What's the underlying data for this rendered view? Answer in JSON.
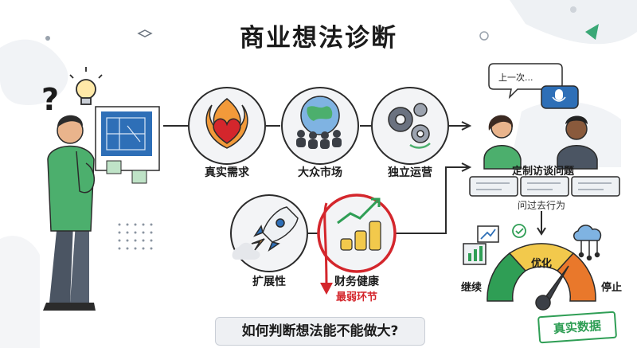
{
  "title": "商业想法诊断",
  "steps": {
    "real_demand": "真实需求",
    "mass_market": "大众市场",
    "independent_ops": "独立运营",
    "finance_health": "财务健康",
    "weakest_link": "最弱环节",
    "scalability": "扩展性"
  },
  "interview": {
    "bubble": "上一次...",
    "heading": "定制访谈问题",
    "subtext": "问过去行为"
  },
  "gauge": {
    "left": "继续",
    "middle": "优化",
    "right": "停止"
  },
  "bottom_question": "如何判断想法能不能做大?",
  "stamp": "真实数据",
  "colors": {
    "accent_red": "#d4262c",
    "accent_green": "#2f9e55",
    "accent_blue": "#2e6fb7",
    "gauge_orange": "#e9782b",
    "gauge_yellow": "#f2c94c"
  },
  "icons": [
    "question-mark-icon",
    "lightbulb-icon",
    "blueprint-icon",
    "sticky-note-icon",
    "flame-heart-icon",
    "globe-crowd-icon",
    "gears-icon",
    "growth-coins-icon",
    "rocket-icon",
    "microphone-icon",
    "chart-icon",
    "checkmark-icon",
    "cloud-network-icon",
    "gauge-needle-icon"
  ]
}
